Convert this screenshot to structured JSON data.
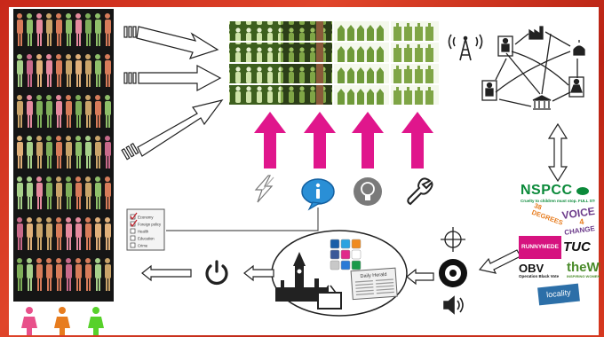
{
  "colors": {
    "background_red": "#d23a22",
    "arrow_magenta": "#e0168c",
    "crowd_green": "#5e8a2c",
    "people_pink": "#e8508a",
    "people_orange": "#e77c1e",
    "people_green": "#57d12a",
    "nspcc_green": "#0b8a3a",
    "runnymede_magenta": "#d6127f",
    "wi_green": "#4a8b2a",
    "locality_blue": "#2c6fa8"
  },
  "icons": [
    "lightning-icon",
    "info-icon",
    "lightbulb-icon",
    "wrench-icon",
    "radio-tower-icon",
    "target-icon",
    "speaker-icon",
    "power-icon",
    "checklist-icon",
    "twitter-icon",
    "linkedin-icon",
    "rss-icon",
    "facebook-icon",
    "flickr-icon",
    "big-ben-icon",
    "tv-icon",
    "newspaper-icon"
  ],
  "orgs": {
    "nspcc": {
      "name": "NSPCC",
      "tagline": "Cruelty to children must stop. FULL STOP."
    },
    "voice4change": {
      "line1": "VOICE",
      "line2": "4",
      "line3": "CHANGE"
    },
    "degrees": {
      "text": "38 DEGREES"
    },
    "runnymede": {
      "name": "RUNNYMEDE"
    },
    "tuc": {
      "name": "TUC"
    },
    "obv": {
      "name": "OBV",
      "tagline": "Operation Black Vote"
    },
    "thewi": {
      "name": "theWI",
      "tagline": "INSPIRING WOMEN"
    },
    "locality": {
      "name": "locality"
    }
  },
  "checklist": {
    "items": [
      "Economy",
      "Foreign policy",
      "Health",
      "Education",
      "Crime"
    ]
  },
  "newspaper": {
    "masthead": "Daily Herald"
  }
}
